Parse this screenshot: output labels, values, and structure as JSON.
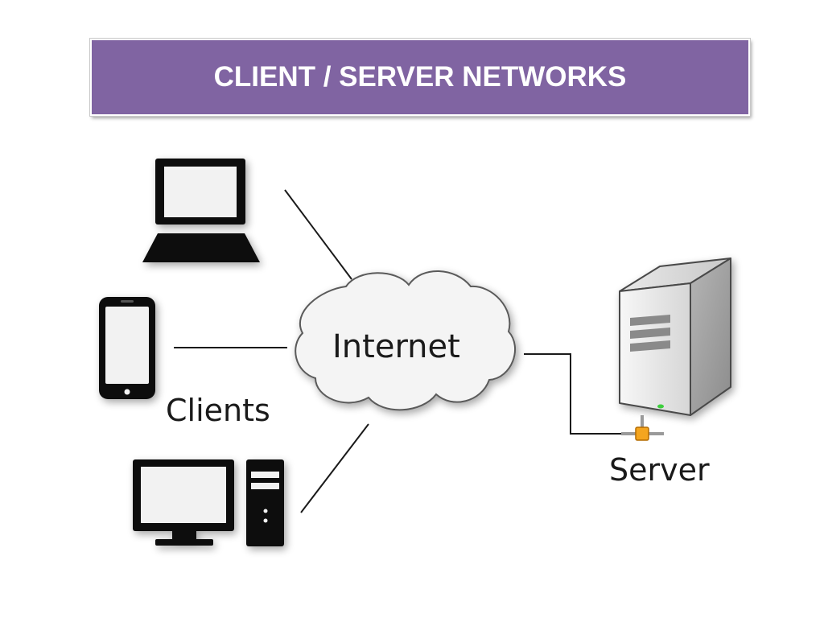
{
  "slide": {
    "title": "CLIENT / SERVER NETWORKS",
    "title_bg_color": "#8064a2"
  },
  "diagram": {
    "cloud": {
      "label": "Internet"
    },
    "clients": {
      "label": "Clients",
      "devices": [
        "laptop-icon",
        "smartphone-icon",
        "desktop-computer-icon"
      ]
    },
    "server": {
      "label": "Server",
      "icon": "server-tower-icon"
    },
    "connections": [
      {
        "from": "laptop",
        "to": "Internet"
      },
      {
        "from": "smartphone",
        "to": "Internet"
      },
      {
        "from": "desktop",
        "to": "Internet"
      },
      {
        "from": "Internet",
        "to": "Server"
      }
    ]
  }
}
